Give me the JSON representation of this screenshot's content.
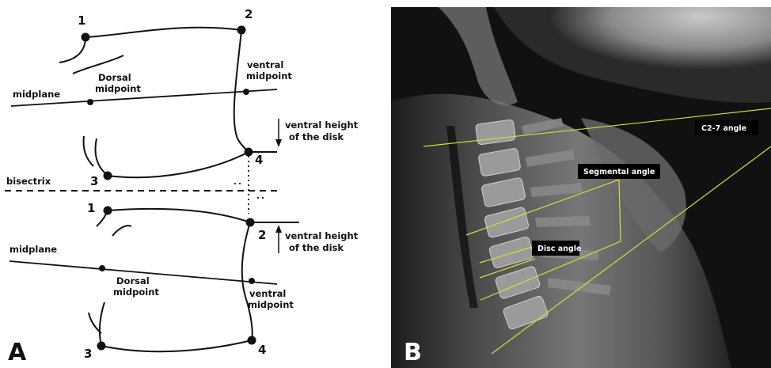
{
  "panel_a": {
    "letter": "A",
    "upper": {
      "points": [
        "1",
        "2",
        "3",
        "4"
      ],
      "midplane": "midplane",
      "dorsal_1": "Dorsal",
      "dorsal_2": "midpoint",
      "ventral_1": "ventral",
      "ventral_2": "midpoint",
      "height_1": "ventral height",
      "height_2": "of the disk"
    },
    "bisectrix": "bisectrix",
    "lower": {
      "points": [
        "1",
        "2",
        "3",
        "4"
      ],
      "midplane": "midplane",
      "dorsal_1": "Dorsal",
      "dorsal_2": "midpoint",
      "ventral_1": "ventral",
      "ventral_2": "midpoint",
      "height_1": "ventral height",
      "height_2": "of the disk"
    }
  },
  "panel_b": {
    "letter": "B",
    "labels": {
      "c27": "C2-7 angle",
      "segmental": "Segmental angle",
      "disc": "Disc angle"
    },
    "line_color": "#d8dc3c",
    "label_bg": "#000000"
  }
}
